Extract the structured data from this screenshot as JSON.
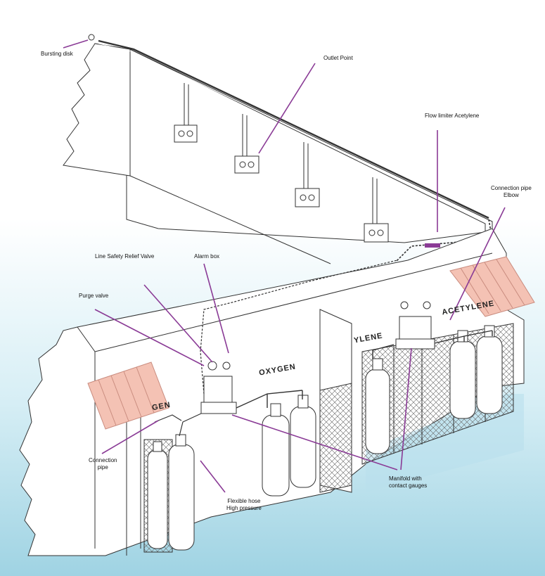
{
  "callouts": {
    "bursting_disk": "Bursting disk",
    "outlet_point": "Outlet Point",
    "flow_limiter": "Flow limiter Acetylene",
    "connection_pipe_elbow": [
      "Connection pipe",
      "Elbow"
    ],
    "line_safety_relief_valve": "Line Safety Relief Valve",
    "alarm_box": "Alarm box",
    "purge_valve": "Purge valve",
    "connection_pipe": [
      "Connection",
      "pipe"
    ],
    "flexible_hose": [
      "Flexible hose",
      "High pressure"
    ],
    "manifold": [
      "Manifold with",
      "contact gauges"
    ]
  },
  "wall_labels": {
    "oxygen": "OXYGEN",
    "acetylene_right": "ACETYLENE",
    "acetylene_partial": "YLENE",
    "left_partial": "GEN"
  },
  "colors": {
    "leader": "#8a3b96",
    "roof": "#f4c2b4",
    "sky_bottom": "#9fd3e3",
    "line": "#333333"
  }
}
